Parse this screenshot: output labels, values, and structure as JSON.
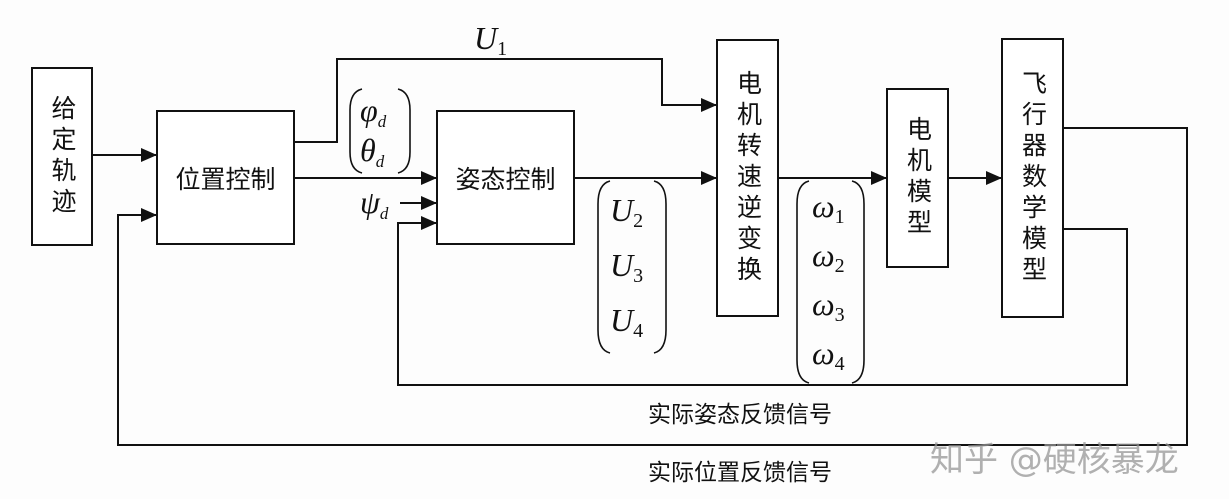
{
  "blocks": {
    "given_trajectory": "给定轨迹",
    "position_control": "位置控制",
    "attitude_control": "姿态控制",
    "motor_speed_inverse": "电机转速逆变换",
    "motor_model": "电机模型",
    "aircraft_model": "飞行器数学模型"
  },
  "signals": {
    "u1": {
      "sym": "U",
      "sub": "1"
    },
    "phi_d": {
      "sym": "φ",
      "sub": "d"
    },
    "theta_d": {
      "sym": "θ",
      "sub": "d"
    },
    "psi_d": {
      "sym": "ψ",
      "sub": "d"
    },
    "u_vec": [
      {
        "sym": "U",
        "sub": "2"
      },
      {
        "sym": "U",
        "sub": "3"
      },
      {
        "sym": "U",
        "sub": "4"
      }
    ],
    "omega_vec": [
      {
        "sym": "ω",
        "sub": "1"
      },
      {
        "sym": "ω",
        "sub": "2"
      },
      {
        "sym": "ω",
        "sub": "3"
      },
      {
        "sym": "ω",
        "sub": "4"
      }
    ]
  },
  "feedback": {
    "attitude": "实际姿态反馈信号",
    "position": "实际位置反馈信号"
  },
  "watermark": "知乎 @硬核暴龙",
  "colors": {
    "line": "#111111",
    "watermark": "#969696"
  }
}
